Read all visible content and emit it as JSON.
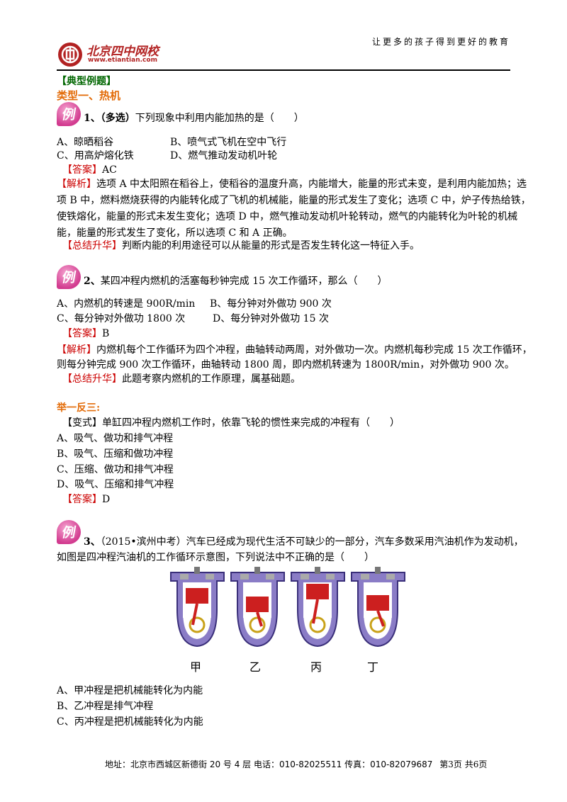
{
  "header": {
    "logo_text": "北京四中网校",
    "logo_url": "www.etiantian.com",
    "slogan": "让更多的孩子得到更好的教育"
  },
  "sections": {
    "typical_examples": "【典型例题】",
    "type_one": "类型一、热机",
    "extension": "举一反三:"
  },
  "bubble_char": "例",
  "q1": {
    "num": "1、",
    "tag": "（多选）",
    "stem": "下列现象中利用内能加热的是（　　）",
    "opt_a": "A、晾晒稻谷",
    "opt_b": "B、喷气式飞机在空中飞行",
    "opt_c": "C、用高炉熔化铁",
    "opt_d": "D、燃气推动发动机叶轮",
    "answer_label": "【答案】",
    "answer": "AC",
    "analysis_label": "【解析】",
    "analysis_1": "选项 A 中太阳照在稻谷上，使稻谷的温度升高，内能增大，能量的形式未变，是利用内能加热；选",
    "analysis_2": "项 B 中，燃料燃烧获得的内能转化成了飞机的机械能，能量的形式发生了变化；选项 C 中，炉子传热给铁，",
    "analysis_3": "使铁熔化，能量的形式未发生变化；选项 D 中，燃气推动发动机叶轮转动，燃气的内能转化为叶轮的机械",
    "analysis_4": "能，能量的形式发生了变化，所以选项 C 和 A 正确。",
    "summary_label": "【总结升华】",
    "summary": "判断内能的利用途径可以从能量的形式是否发生转化这一特征入手。"
  },
  "q2": {
    "num": "2、",
    "stem": "某四冲程内燃机的活塞每秒钟完成 15 次工作循环，那么（　　）",
    "opt_a": "A、内燃机的转速是 900R/min",
    "opt_b": "B、每分钟对外做功 900 次",
    "opt_c": "C、每分钟对外做功 1800 次",
    "opt_d": "D、每分钟对外做功 15 次",
    "answer_label": "【答案】",
    "answer": "B",
    "analysis_label": "【解析】",
    "analysis_1": "内燃机每个工作循环为四个冲程，曲轴转动两周，对外做功一次。内燃机每秒完成 15 次工作循环，",
    "analysis_2": "则每分钟完成 900 次工作循环，曲轴转动 1800 周，即内燃机转速为 1800R/min，对外做功 900 次。",
    "summary_label": "【总结升华】",
    "summary": "此题考察内燃机的工作原理，属基础题。"
  },
  "variant": {
    "label": "【变式】",
    "stem": "单缸四冲程内燃机工作时，依靠飞轮的惯性来完成的冲程有（　　）",
    "opt_a": "A、吸气、做功和排气冲程",
    "opt_b": "B、吸气、压缩和做功冲程",
    "opt_c": "C、压缩、做功和排气冲程",
    "opt_d": "D、吸气、压缩和排气冲程",
    "answer_label": "【答案】",
    "answer": "D"
  },
  "q3": {
    "num": "3、",
    "source": "（2015•滨州中考）",
    "stem_1": "汽车已经成为现代生活不可缺少的一部分，汽车多数采用汽油机作为发动机，",
    "stem_2": "如图是四冲程汽油机的工作循环示意图，下列说法中不正确的是（　　）",
    "engine_labels": [
      "甲",
      "乙",
      "丙",
      "丁"
    ],
    "opt_a": "A、甲冲程是把机械能转化为内能",
    "opt_b": "B、乙冲程是排气冲程",
    "opt_c": "C、丙冲程是把机械能转化为内能"
  },
  "footer": {
    "address": "地址：北京市西城区新德街 20 号 4 层  电话：010-82025511  传真：010-82079687",
    "page": "第3页  共6页"
  }
}
